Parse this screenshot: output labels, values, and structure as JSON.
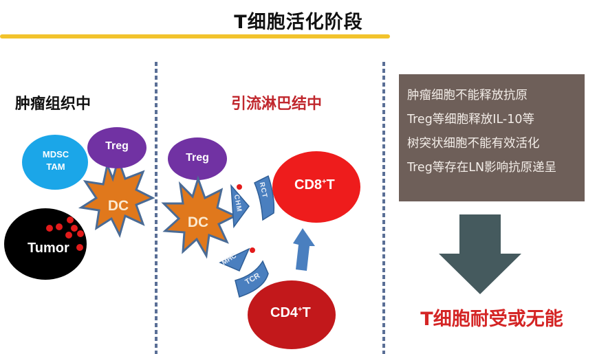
{
  "title": "T细胞活化阶段",
  "colors": {
    "title_underline": "#f2c32c",
    "divider": "#5a6f96",
    "mdsc_tam": "#1ba6e8",
    "treg": "#7132a3",
    "dc_fill": "#e0781c",
    "dc_outline": "#4a6b95",
    "tumor": "#000000",
    "tumor_dots": "#e31b1b",
    "receptor": "#4a7fbf",
    "cd8": "#ee1c1c",
    "cd4": "#c2181b",
    "info_box": "#6e5f59",
    "down_arrow": "#455a5e",
    "result_text": "#d42525",
    "lymph_title": "#c0272d"
  },
  "left_panel": {
    "heading": "肿瘤组织中",
    "cells": {
      "mdsc_tam": [
        "MDSC",
        "TAM"
      ],
      "treg": "Treg",
      "dc": "DC",
      "tumor": "Tumor"
    }
  },
  "middle_panel": {
    "heading": "引流淋巴结中",
    "cells": {
      "treg": "Treg",
      "dc": "DC",
      "cd8": {
        "main": "CD8",
        "sup": "+",
        "suffix": "T"
      },
      "cd4": {
        "main": "CD4",
        "sup": "+",
        "suffix": "T"
      }
    },
    "receptors": {
      "chm": "CHM",
      "rct": "RCT",
      "mhc": "MHC",
      "tcr": "TCR"
    }
  },
  "right_panel": {
    "info_lines": [
      "肿瘤细胞不能释放抗原",
      "Treg等细胞释放IL-10等",
      "树突状细胞不能有效活化",
      "Treg等存在LN影响抗原递呈"
    ],
    "result": "T细胞耐受或无能"
  }
}
